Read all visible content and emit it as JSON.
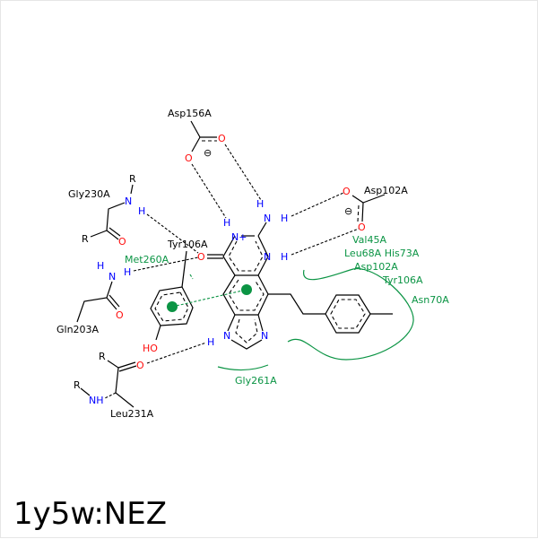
{
  "title": "1y5w:NEZ",
  "ligand_atoms": {
    "nplus": "N+",
    "n": "N",
    "h": "H",
    "o": "O"
  },
  "residues": {
    "asp156": "Asp156A",
    "asp102": "Asp102A",
    "gly230": "Gly230A",
    "met260": "Met260A",
    "tyr106": "Tyr106A",
    "gln203": "Gln203A",
    "leu231": "Leu231A",
    "gly261": "Gly261A"
  },
  "hydrophobic_labels": [
    "Val45A",
    "Leu68A His73A",
    "Asp102A",
    "Tyr106A",
    "Asn70A"
  ],
  "atom_labels": {
    "r": "R",
    "nh": "NH",
    "ho": "HO",
    "minus": "⊖"
  },
  "colors": {
    "carbon": "#000000",
    "oxygen": "#ff0d0d",
    "nitrogen": "#0000ff",
    "hydrophobic": "#0b9444"
  }
}
